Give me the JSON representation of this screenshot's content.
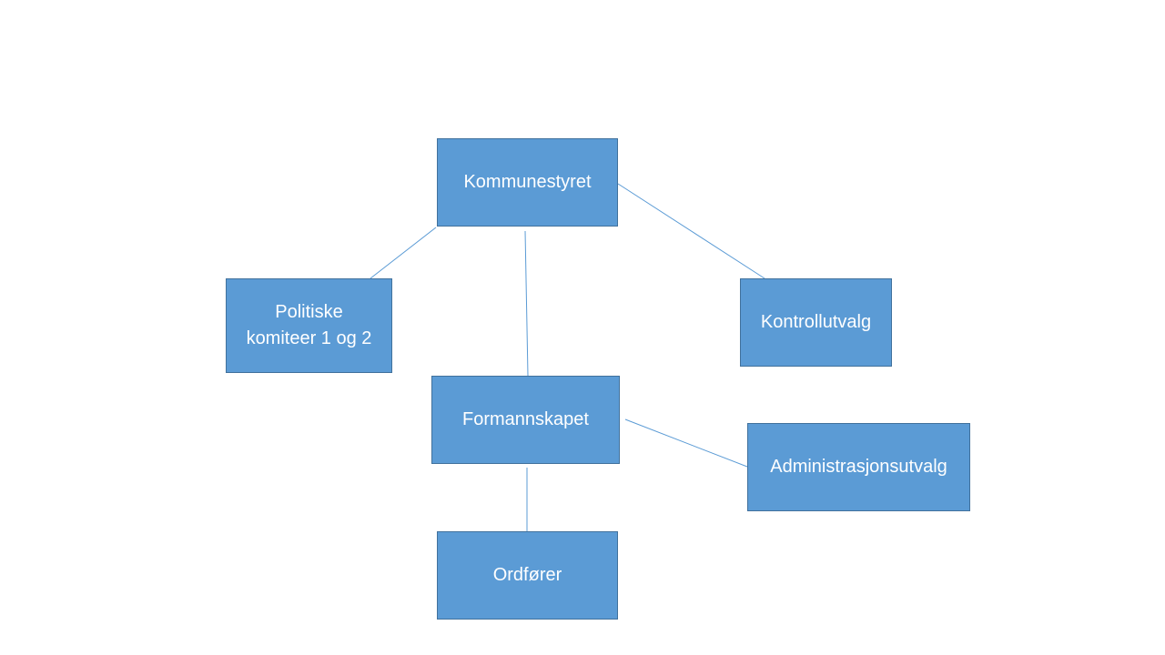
{
  "diagram": {
    "nodes": {
      "kommunestyret": {
        "label": "Kommunestyret"
      },
      "politiske_komiteer": {
        "label_line1": "Politiske",
        "label_line2": "komiteer 1 og 2"
      },
      "kontrollutvalg": {
        "label": "Kontrollutvalg"
      },
      "formannskapet": {
        "label": "Formannskapet"
      },
      "administrasjonsutvalg": {
        "label": "Administrasjonsutvalg"
      },
      "ordforer": {
        "label": "Ordfører"
      }
    },
    "edges": [
      {
        "from": "kommunestyret",
        "to": "politiske_komiteer"
      },
      {
        "from": "kommunestyret",
        "to": "formannskapet"
      },
      {
        "from": "kommunestyret",
        "to": "kontrollutvalg"
      },
      {
        "from": "formannskapet",
        "to": "administrasjonsutvalg"
      },
      {
        "from": "formannskapet",
        "to": "ordforer"
      }
    ],
    "colors": {
      "node_fill": "#5b9bd5",
      "node_border": "#41719c",
      "connector": "#5b9bd5",
      "text": "#ffffff"
    }
  }
}
